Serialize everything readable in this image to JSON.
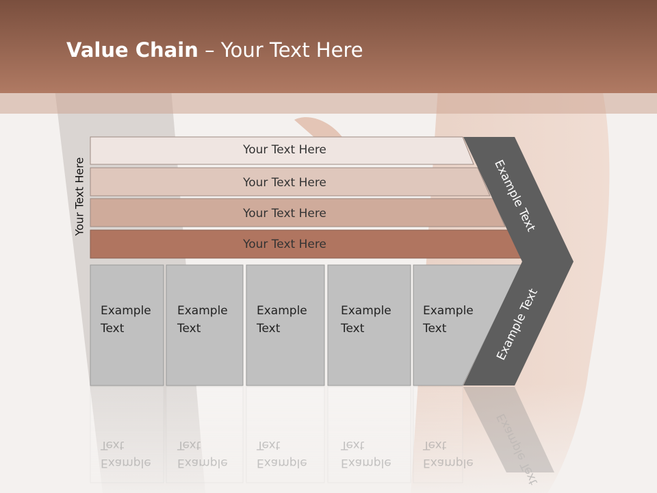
{
  "title": {
    "bold": "Value Chain",
    "rest": " – Your Text Here"
  },
  "side_label": "Your Text Here",
  "rows": [
    {
      "label": "Your Text Here",
      "color": "#efe5e1"
    },
    {
      "label": "Your Text Here",
      "color": "#dfc7bc"
    },
    {
      "label": "Your Text Here",
      "color": "#cfab9b"
    },
    {
      "label": "Your Text Here",
      "color": "#b07560"
    }
  ],
  "columns": [
    {
      "line1": "Example",
      "line2": "Text"
    },
    {
      "line1": "Example",
      "line2": "Text"
    },
    {
      "line1": "Example",
      "line2": "Text"
    },
    {
      "line1": "Example",
      "line2": "Text"
    },
    {
      "line1": "Example",
      "line2": "Text"
    }
  ],
  "chevron": {
    "upper_label": "Example Text",
    "lower_label": "Example Text",
    "color": "#5e5e5e"
  },
  "colors": {
    "header_dark": "#7a4f3e",
    "header_light": "#b07a63",
    "column_fill": "#c0c0c0",
    "column_stroke": "#9a9a9a"
  }
}
